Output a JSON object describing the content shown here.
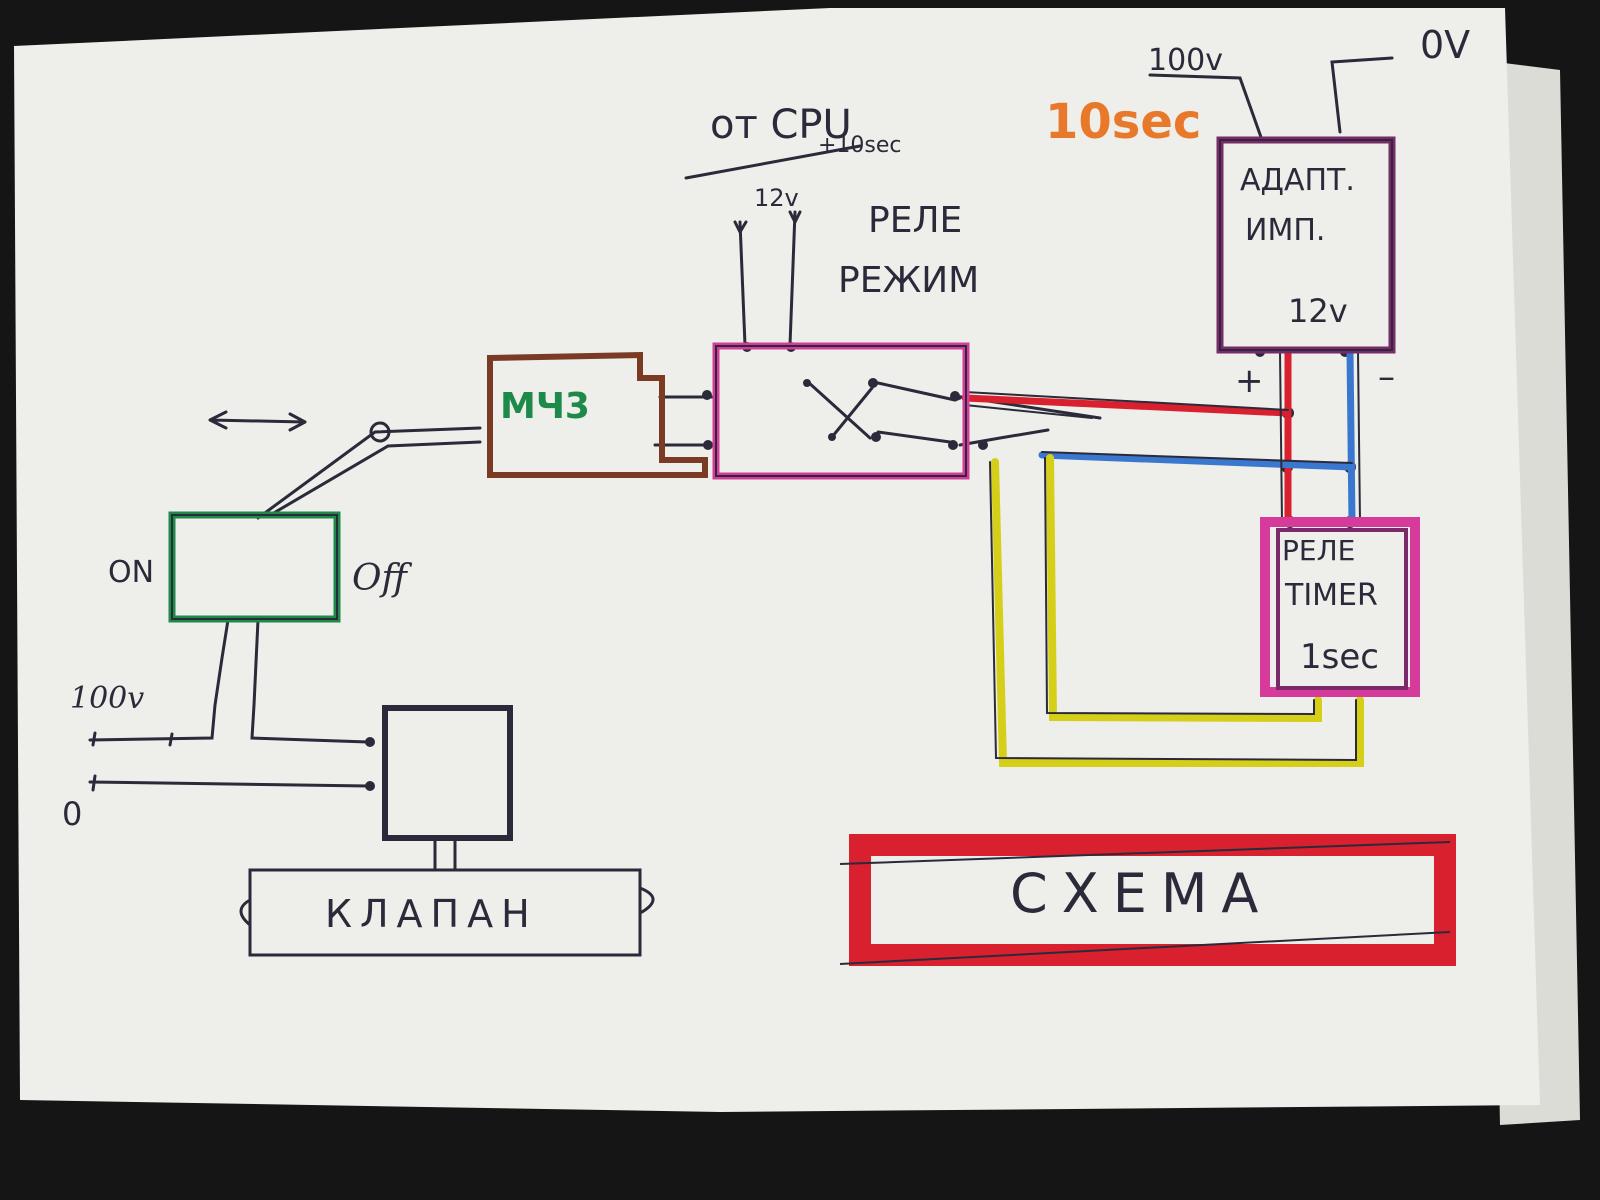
{
  "colors": {
    "ink": "#2a2a3a",
    "red": "#d8202e",
    "blue": "#3a78d0",
    "yellow": "#d6cf1a",
    "magenta": "#d63a9a",
    "purple": "#7a2a6a",
    "green": "#1e8a4a",
    "brown": "#7a3a24",
    "orange": "#e8782a"
  },
  "diagram": {
    "title": "СХЕМА",
    "cpu_label": "от CPU",
    "cpu_time": "+10sec",
    "orange_time": "10sec",
    "supply_voltage": "100v",
    "ground_voltage": "0V",
    "relay_supply": "12v",
    "mode_relay": {
      "line1": "РЕЛЕ",
      "line2": "РЕЖИМ"
    },
    "adapter": {
      "line1": "АДАПТ.",
      "line2": "ИМП.",
      "output": "12v"
    },
    "plus": "+",
    "minus": "–",
    "timer_relay": {
      "line1": "РЕЛЕ",
      "line2": "TIMER",
      "line3": "1sec"
    },
    "module": "MЧ3",
    "switch_on": "ON",
    "switch_off": "Off",
    "left_supply": "100v",
    "left_zero": "0",
    "valve": "КЛАПАН"
  }
}
